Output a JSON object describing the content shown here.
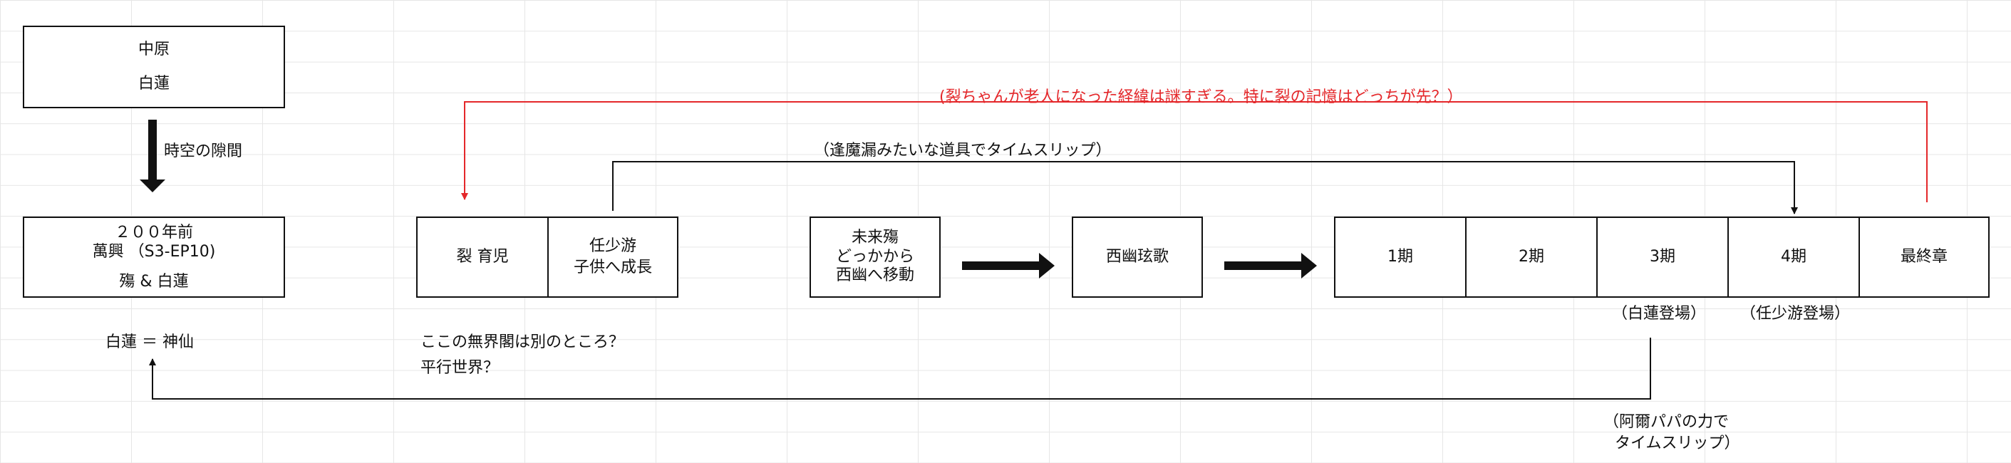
{
  "boxes": {
    "top_left": {
      "line1": "中原",
      "line2": "白蓮"
    },
    "ancient": {
      "line1": "２００年前",
      "line2": "萬興 （S3-EP10)",
      "line3": "殤 & 白蓮"
    },
    "lie": "裂 育児",
    "ren": {
      "line1": "任少游",
      "line2": "子供へ成長"
    },
    "mirai": {
      "line1": "未来殤",
      "line2": "どっかから",
      "line3": "西幽へ移動"
    },
    "seiyu": "西幽玹歌",
    "season1": "1期",
    "season2": "2期",
    "season3": "3期",
    "season4": "4期",
    "final": "最終章"
  },
  "labels": {
    "jikuu": "時空の隙間",
    "hakuren_shinsen": "白蓮 ＝ 神仙",
    "question1": "ここの無界閣は別のところ？",
    "question2": "平行世界？",
    "red_note": "(裂ちゃんが老人になった経緯は謎すぎる。特に裂の記憶はどっちが先？）",
    "time_slip_tool": "（逢魔漏みたいな道具でタイムスリップ）",
    "hakuren_appear": "（白蓮登場）",
    "ren_appear": "（任少游登場）",
    "papa1": "（阿爾パパの力で",
    "papa2": "タイムスリップ）"
  },
  "colors": {
    "line": "#111111",
    "red": "#e4272a"
  }
}
